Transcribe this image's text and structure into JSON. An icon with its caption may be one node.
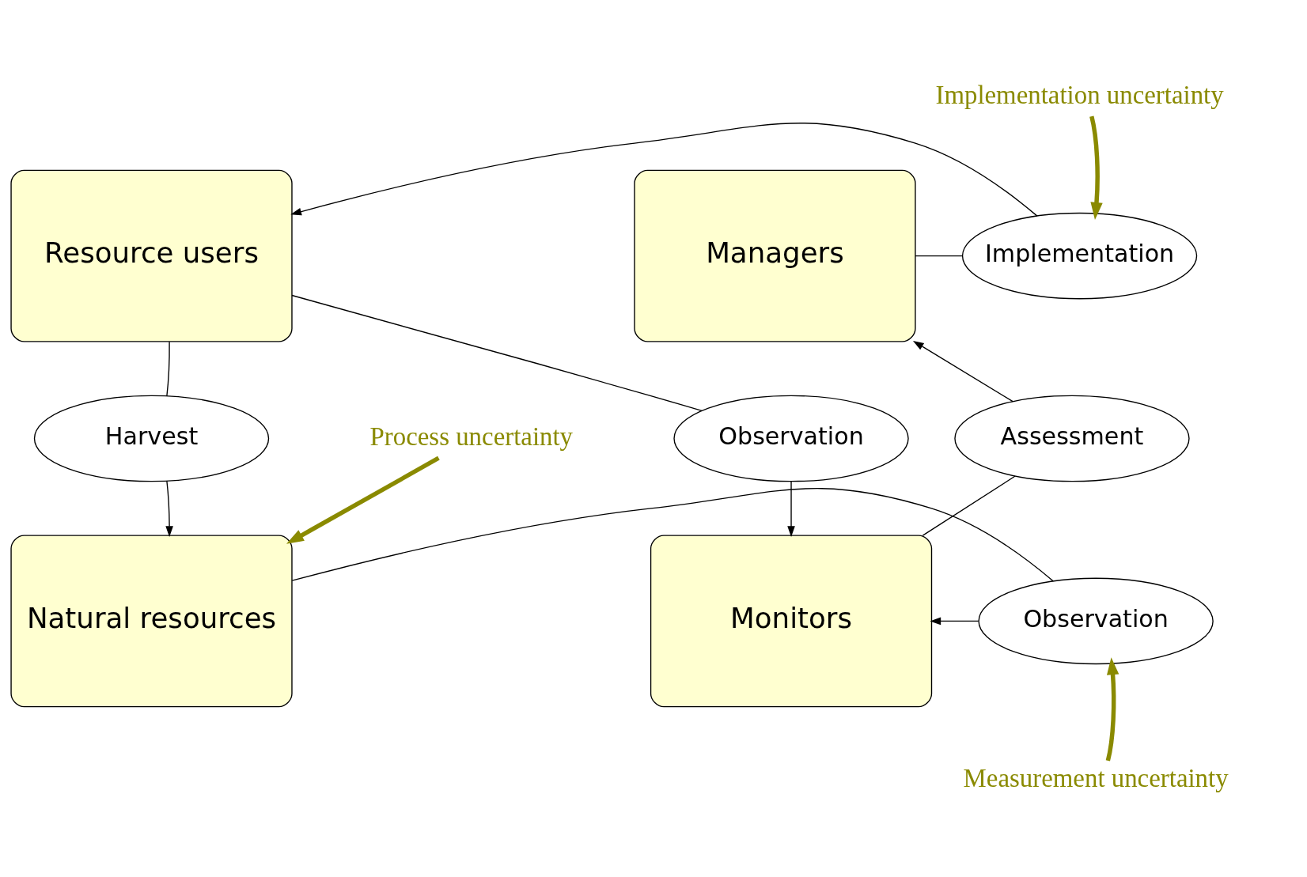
{
  "diagram": {
    "nodes": [
      {
        "text": [
          "Resource users"
        ]
      },
      {
        "text": [
          "Managers"
        ]
      },
      {
        "text": [
          "Natural resources"
        ]
      },
      {
        "text": [
          "Monitors"
        ]
      },
      {
        "text": [
          "Implementation"
        ]
      },
      {
        "text": [
          "Harvest"
        ]
      },
      {
        "text": [
          "Observation"
        ]
      },
      {
        "text": [
          "Assessment"
        ]
      },
      {
        "text": [
          "Observation"
        ]
      },
      {
        "text": [
          "Implementation uncertainty"
        ]
      },
      {
        "text": [
          "Process uncertainty"
        ]
      },
      {
        "text": [
          "Measurement uncertainty"
        ]
      }
    ],
    "edges": [
      {
        "from": 1,
        "to": 4,
        "arrow": "none"
      },
      {
        "from": 4,
        "to": 0,
        "arrow": "to"
      },
      {
        "from": 0,
        "to": 5,
        "arrow": "none"
      },
      {
        "from": 5,
        "to": 2,
        "arrow": "to"
      },
      {
        "from": 0,
        "to": 6,
        "arrow": "none"
      },
      {
        "from": 6,
        "to": 3,
        "arrow": "to"
      },
      {
        "from": 2,
        "to": 8,
        "arrow": "none"
      },
      {
        "from": 8,
        "to": 3,
        "arrow": "to"
      },
      {
        "from": 3,
        "to": 7,
        "arrow": "none"
      },
      {
        "from": 7,
        "to": 1,
        "arrow": "to"
      },
      {
        "from": 9,
        "to": 4,
        "arrow": "to",
        "style": "thick",
        "color": "#8a8a00"
      },
      {
        "from": 10,
        "to": 2,
        "arrow": "to",
        "style": "thick",
        "color": "#8a8a00"
      },
      {
        "from": 11,
        "to": 8,
        "arrow": "to",
        "style": "thick",
        "color": "#8a8a00"
      }
    ]
  }
}
